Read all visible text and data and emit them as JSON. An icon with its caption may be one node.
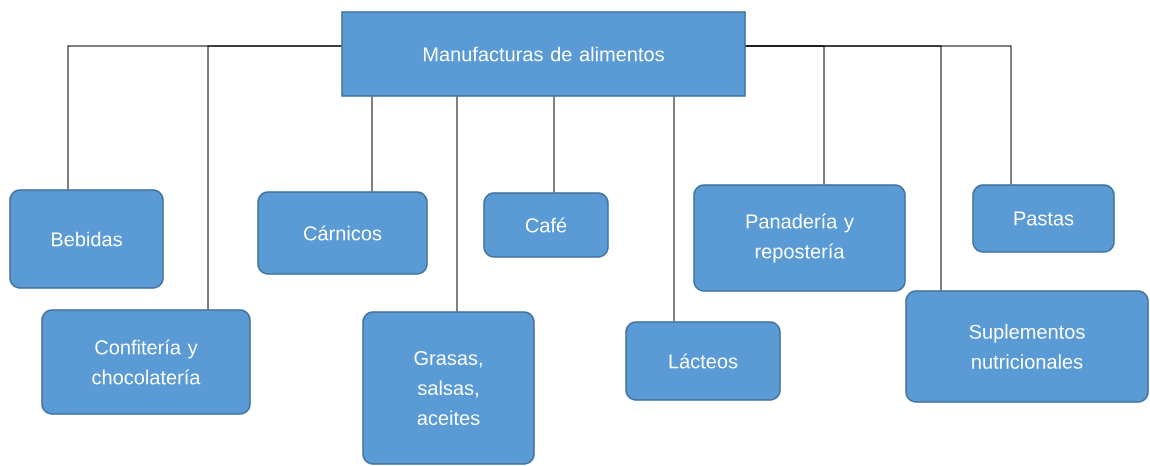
{
  "diagram": {
    "nodes": [
      {
        "text": [
          "Manufacturas de alimentos"
        ]
      },
      {
        "text": [
          "Bebidas"
        ]
      },
      {
        "text": [
          "Confitería y chocolatería"
        ]
      },
      {
        "text": [
          "Cárnicos"
        ]
      },
      {
        "text": [
          "Grasas, salsas, aceites"
        ]
      },
      {
        "text": [
          "Café"
        ]
      },
      {
        "text": [
          "Lácteos"
        ]
      },
      {
        "text": [
          "Panadería y repostería"
        ]
      },
      {
        "text": [
          "Suplementos nutricionales"
        ]
      },
      {
        "text": [
          "Pastas"
        ]
      }
    ],
    "edges": [
      {
        "from": 0,
        "to": 1,
        "arrow": "none"
      },
      {
        "from": 0,
        "to": 2,
        "arrow": "none"
      },
      {
        "from": 0,
        "to": 3,
        "arrow": "none"
      },
      {
        "from": 0,
        "to": 4,
        "arrow": "none"
      },
      {
        "from": 0,
        "to": 5,
        "arrow": "none"
      },
      {
        "from": 0,
        "to": 6,
        "arrow": "none"
      },
      {
        "from": 0,
        "to": 7,
        "arrow": "none"
      },
      {
        "from": 0,
        "to": 8,
        "arrow": "none"
      },
      {
        "from": 0,
        "to": 9,
        "arrow": "none"
      }
    ]
  }
}
